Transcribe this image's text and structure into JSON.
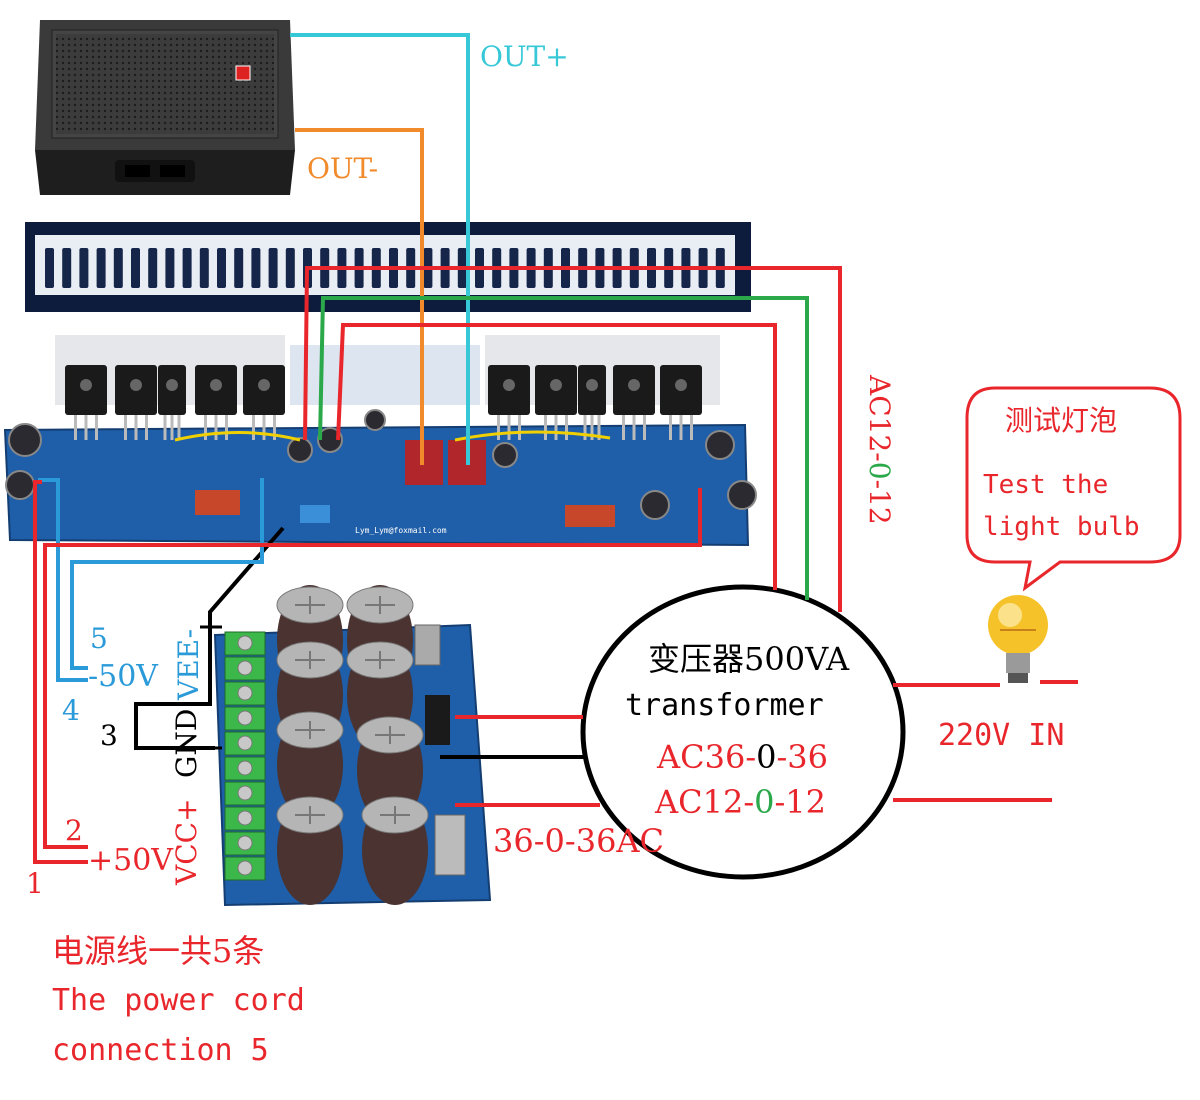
{
  "labels": {
    "out_plus": "OUT+",
    "out_minus": "OUT-",
    "ac12_vertical": "AC12-0-12",
    "bulb_title_cn": "测试灯泡",
    "bulb_line1": "Test the",
    "bulb_line2": "light bulb",
    "transformer_cn": "变压器500VA",
    "transformer_en": "transformer",
    "transformer_ac36": "AC36-0-36",
    "transformer_ac12": "AC12-0-12",
    "ac_in": "220V IN",
    "ac36_out": "36-0-36AC",
    "wire5": "5",
    "wire4": "4",
    "wire3": "3",
    "wire2": "2",
    "wire1": "1",
    "neg50": "-50V",
    "pos50": "+50V",
    "vee": "VEE-",
    "gnd": "GND",
    "vcc": "VCC+",
    "cord_cn": "电源线一共5条",
    "cord_en1": "The power cord",
    "cord_en2": "connection 5",
    "amp_board_text": "Lym_Lym@foxmail.com"
  },
  "colors": {
    "red": "#e8262b",
    "cyan": "#37c8d8",
    "orange": "#f08a2a",
    "green": "#2aa84a",
    "blue": "#2a9ad8",
    "black": "#000000",
    "pcb": "#1f5ea8"
  }
}
